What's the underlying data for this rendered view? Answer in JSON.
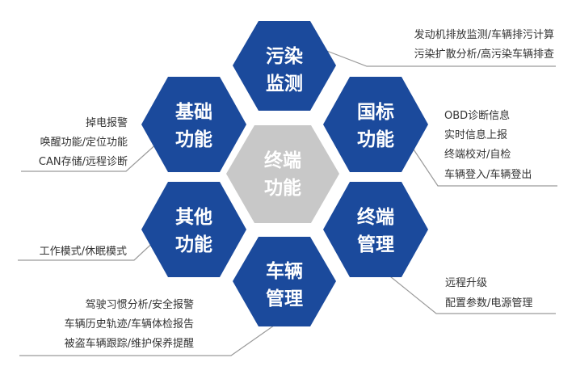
{
  "center": {
    "lines": [
      "终端",
      "功能"
    ],
    "color": "#c8c8c8",
    "text_color": "#ffffff"
  },
  "hex_color": "#1b4a9c",
  "hex_text_color": "#ffffff",
  "line_color": "#9a9a9a",
  "modules": [
    {
      "id": "pollution",
      "lines": [
        "污染",
        "监测"
      ],
      "desc": [
        "发动机排放监测/车辆排污计算",
        "污染扩散分析/高污染车辆排查"
      ]
    },
    {
      "id": "basic",
      "lines": [
        "基础",
        "功能"
      ],
      "desc": [
        "掉电报警",
        "唤醒功能/定位功能",
        "CAN存储/远程诊断"
      ]
    },
    {
      "id": "national",
      "lines": [
        "国标",
        "功能"
      ],
      "desc": [
        "OBD诊断信息",
        "实时信息上报",
        "终端校对/自检",
        "车辆登入/车辆登出"
      ]
    },
    {
      "id": "other",
      "lines": [
        "其他",
        "功能"
      ],
      "desc": [
        "工作模式/休眠模式"
      ]
    },
    {
      "id": "terminal-mgmt",
      "lines": [
        "终端",
        "管理"
      ],
      "desc": [
        "远程升级",
        "配置参数/电源管理"
      ]
    },
    {
      "id": "vehicle-mgmt",
      "lines": [
        "车辆",
        "管理"
      ],
      "desc": [
        "驾驶习惯分析/安全报警",
        "车辆历史轨迹/车辆体检报告",
        "被盗车辆跟踪/维护保养提醒"
      ]
    }
  ]
}
